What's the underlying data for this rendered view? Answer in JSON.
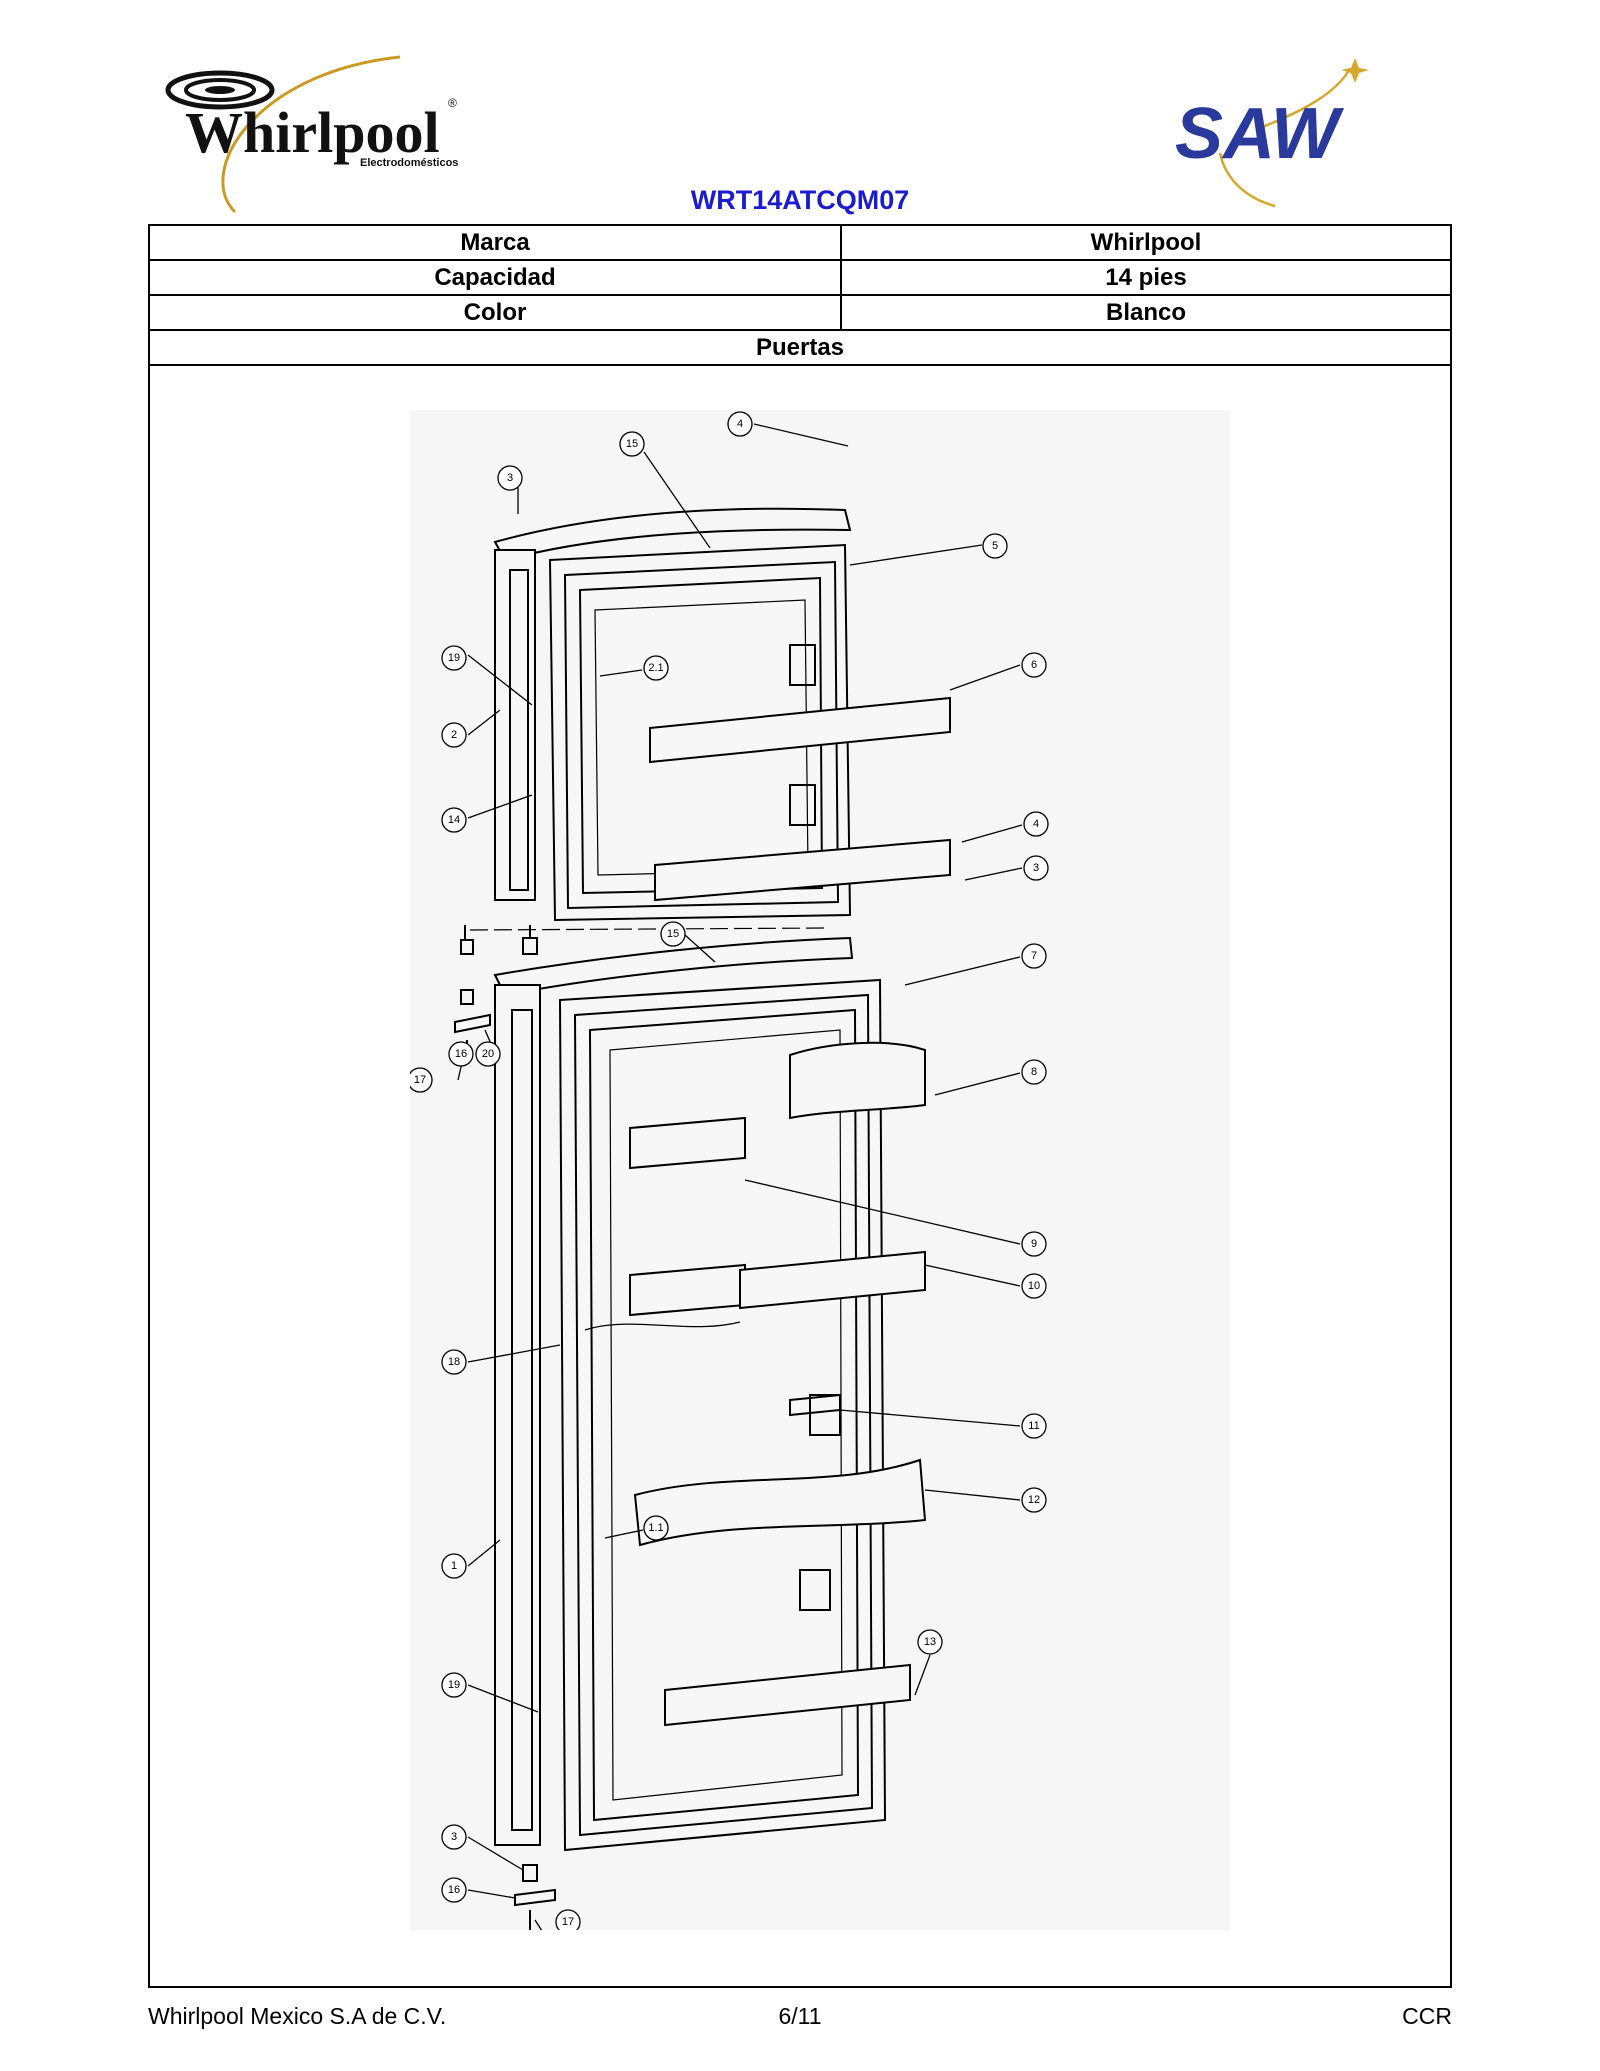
{
  "header": {
    "brand_logo": {
      "wordmark": "Whirlpool",
      "tagline": "Electrodomésticos",
      "registered": "®"
    },
    "partner_logo": {
      "wordmark": "SAW"
    },
    "model": "WRT14ATCQM07"
  },
  "specs": [
    {
      "label": "Marca",
      "value": "Whirlpool"
    },
    {
      "label": "Capacidad",
      "value": "14 pies"
    },
    {
      "label": "Color",
      "value": "Blanco"
    }
  ],
  "section_title": "Puertas",
  "callouts": {
    "c1": "1",
    "c2": "2",
    "c21": "2.1",
    "c3a": "3",
    "c3b": "3",
    "c3c": "3",
    "c4a": "4",
    "c4b": "4",
    "c5": "5",
    "c6": "6",
    "c7": "7",
    "c8": "8",
    "c9": "9",
    "c10": "10",
    "c11": "11",
    "c111": "1.1",
    "c12": "12",
    "c13": "13",
    "c14": "14",
    "c15a": "15",
    "c15b": "15",
    "c16a": "16",
    "c16b": "16",
    "c17a": "17",
    "c17b": "17",
    "c18": "18",
    "c19a": "19",
    "c19b": "19",
    "c20": "20"
  },
  "footer": {
    "company": "Whirlpool Mexico S.A de C.V.",
    "page": "6/11",
    "code": "CCR"
  }
}
